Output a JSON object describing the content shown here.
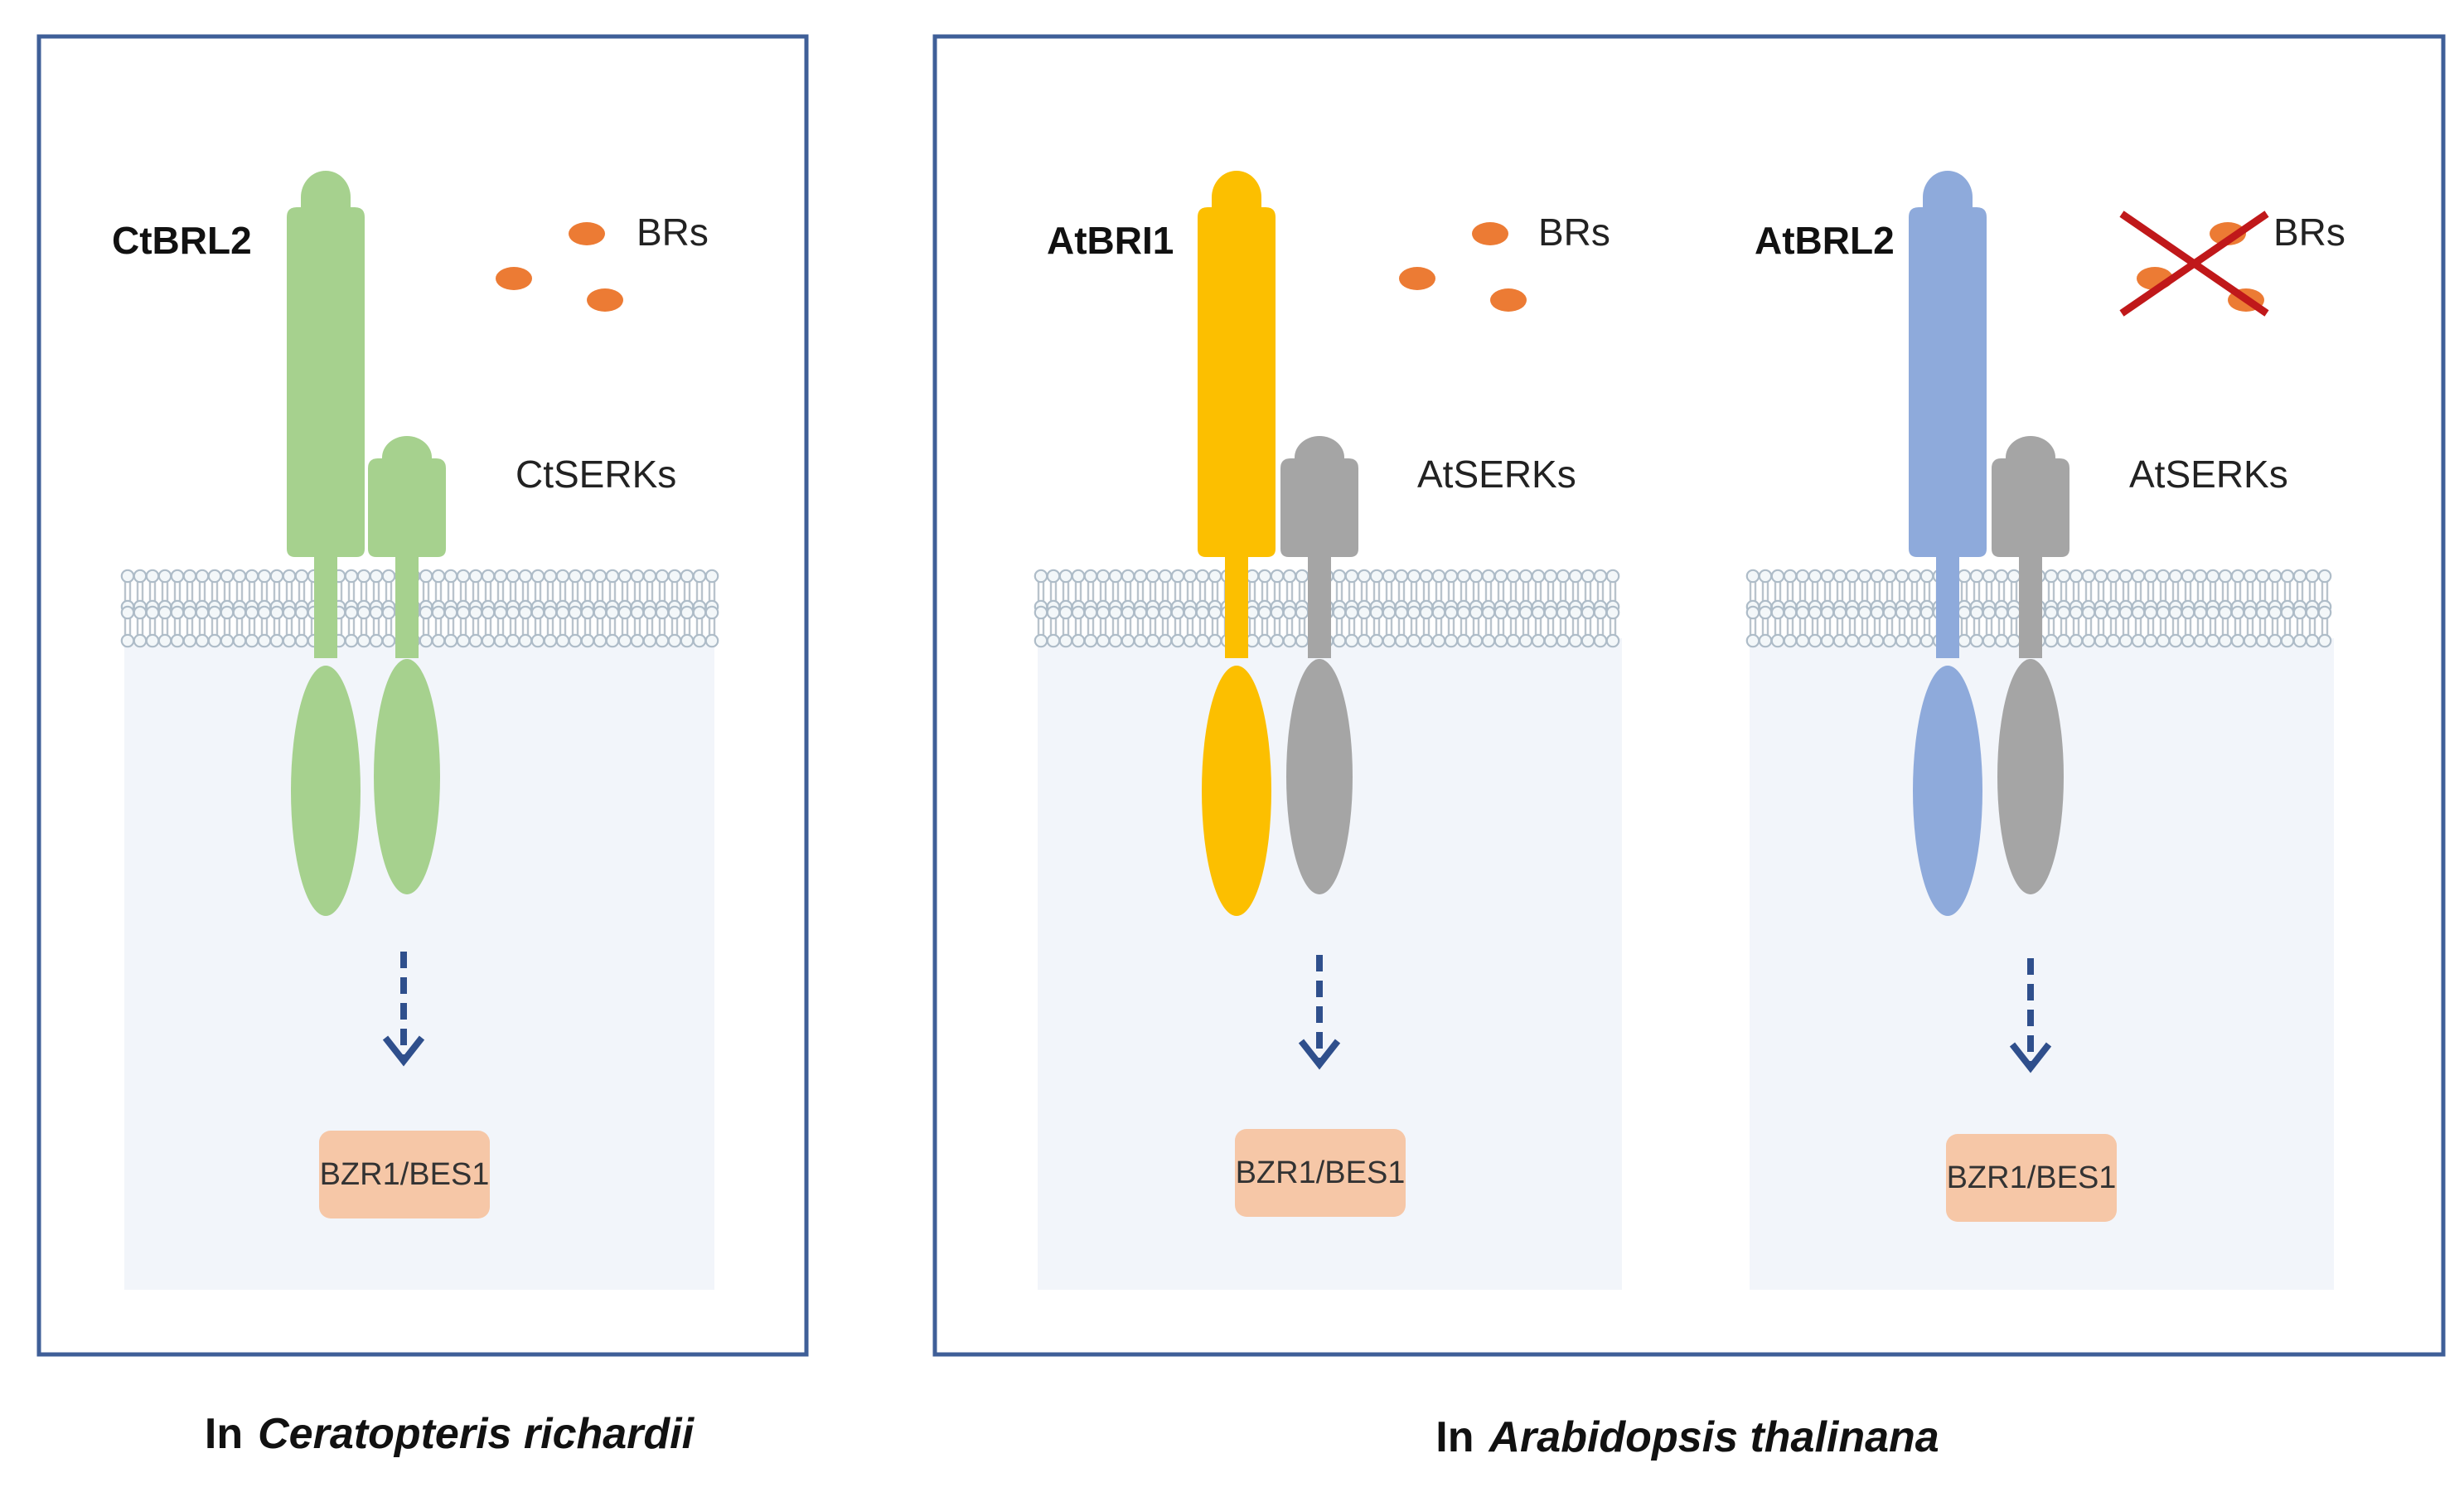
{
  "colors": {
    "frame": "#3f5f98",
    "cytoplasm": "#f2f5fa",
    "membrane_head_fill": "#f3f7f9",
    "membrane_head_stroke": "#aebcc8",
    "membrane_tail": "#b9c3cc",
    "ligand": "#ec7b34",
    "arrow": "#2f4f8c",
    "tf_fill": "#f6c7a7",
    "cross": "#c0181a"
  },
  "panels": [
    {
      "receptor_label": "CtBRL2",
      "ligand_label": "BRs",
      "coreceptor_label": "CtSERKs",
      "tf_label": "BZR1/BES1",
      "receptor_color": "#a6d18e",
      "coreceptor_color": "#a6d18e",
      "brs_blocked": false
    },
    {
      "receptor_label": "AtBRI1",
      "ligand_label": "BRs",
      "coreceptor_label": "AtSERKs",
      "tf_label": "BZR1/BES1",
      "receptor_color": "#fcbf00",
      "coreceptor_color": "#a5a5a5",
      "brs_blocked": false
    },
    {
      "receptor_label": "AtBRL2",
      "ligand_label": "BRs",
      "coreceptor_label": "AtSERKs",
      "tf_label": "BZR1/BES1",
      "receptor_color": "#8eaadb",
      "coreceptor_color": "#a5a5a5",
      "brs_blocked": true
    }
  ],
  "captions": [
    {
      "prefix": "In",
      "species": "Ceratopteris richardii"
    },
    {
      "prefix": "In",
      "species": "Arabidopsis thalinana"
    }
  ]
}
